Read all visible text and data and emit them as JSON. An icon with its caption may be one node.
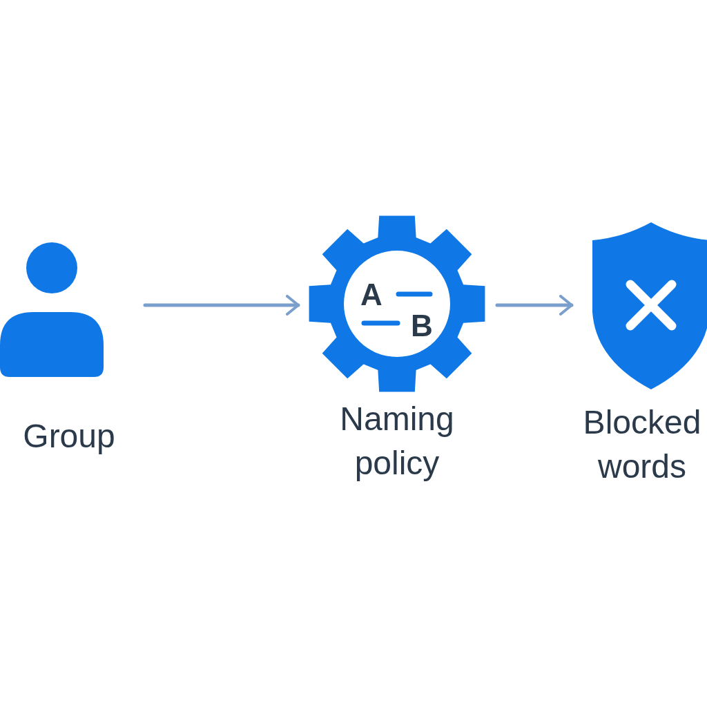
{
  "diagram": {
    "nodes": [
      {
        "text": [
          "Group"
        ]
      },
      {
        "text": [
          "A",
          "B",
          "Naming policy"
        ]
      },
      {
        "text": [
          "Blocked words"
        ]
      }
    ],
    "edges": [
      {
        "from": 0,
        "to": 1,
        "arrow": "to"
      },
      {
        "from": 1,
        "to": 2,
        "arrow": "to"
      }
    ]
  }
}
